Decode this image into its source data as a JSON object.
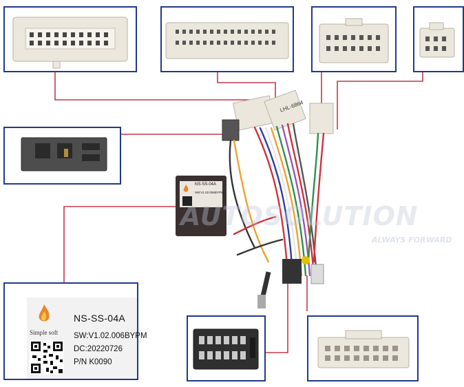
{
  "label": {
    "brand": "Simple soft",
    "model": "NS-SS-04A",
    "sw": "SW:V1.02.006BYPM",
    "dc": "DC:20220726",
    "pn": "P/N K0090"
  },
  "module_label": {
    "model": "NS-SS-04A",
    "sw": "SW:V1.02.006BYPM"
  },
  "connector_tag": "LHL-6864",
  "watermark": {
    "main": "AUTOSOLUTION",
    "sub": "ALWAYS FORWARD"
  },
  "colors": {
    "panel_border": "#1f3a8a",
    "leader_line": "#c0394b",
    "connector_white": "#e9e4d8",
    "connector_gray": "#4d4d4d"
  }
}
